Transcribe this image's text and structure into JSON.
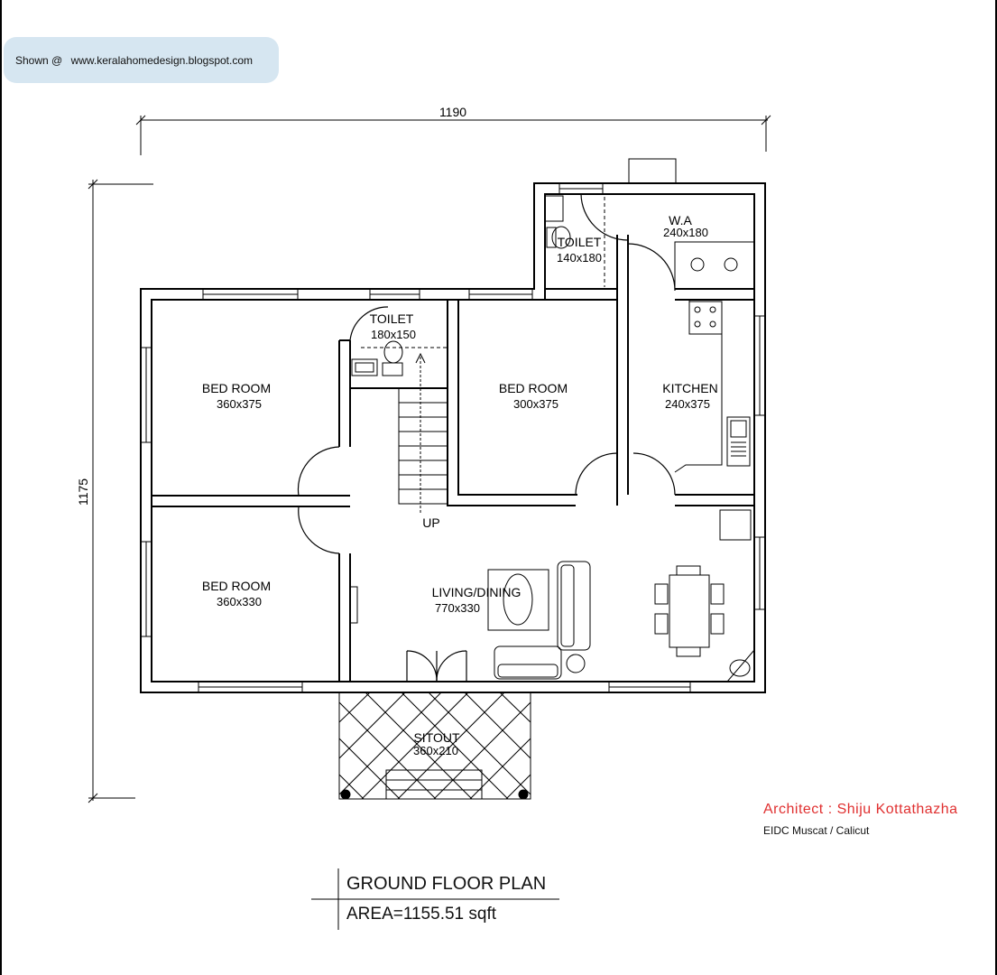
{
  "watermark": {
    "label": "Shown @",
    "url": "www.keralahomedesign.blogspot.com"
  },
  "dimensions": {
    "width": "1190",
    "height": "1175"
  },
  "rooms": [
    {
      "name": "BED ROOM",
      "size": "360x375"
    },
    {
      "name": "TOILET",
      "size": "180x150"
    },
    {
      "name": "BED ROOM",
      "size": "300x375"
    },
    {
      "name": "TOILET",
      "size": "140x180"
    },
    {
      "name": "W.A",
      "size": "240x180"
    },
    {
      "name": "KITCHEN",
      "size": "240x375"
    },
    {
      "name": "BED ROOM",
      "size": "360x330"
    },
    {
      "name": "LIVING/DINING",
      "size": "770x330"
    },
    {
      "name": "SITOUT",
      "size": "360x210"
    }
  ],
  "stair_label": "UP",
  "architect": {
    "credit": "Architect : Shiju Kottathazha",
    "firm": "EIDC Muscat / Calicut"
  },
  "plan": {
    "title": "GROUND FLOOR PLAN",
    "area": "AREA=1155.51 sqft"
  }
}
